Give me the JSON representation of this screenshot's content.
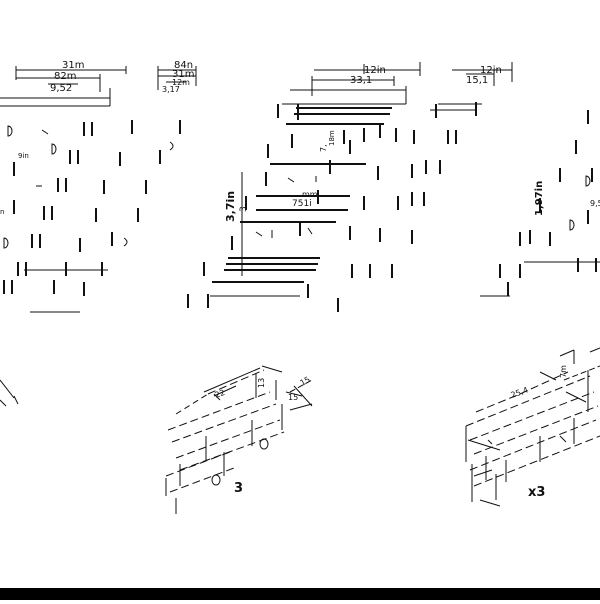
{
  "colors": {
    "line": "#111111",
    "background": "#ffffff",
    "band": "#000000"
  },
  "dims": {
    "a1": "31m",
    "a2": "82m",
    "a3": "9,52",
    "b1": "84n",
    "b2": "31m",
    "b3": "12m",
    "b4": "3,17",
    "c1": "12in",
    "c2": "33,1",
    "d1": "12in",
    "d2": "15,1",
    "e1": "9in",
    "e2": "18m",
    "e3": "7,",
    "f1": "mm",
    "f2": "751i",
    "f3": "3,7in",
    "f4": "3,",
    "g1": "1,97in",
    "g2": "9,5",
    "h1": "22",
    "h2": "13",
    "h3": "15",
    "h4": "15",
    "i1": "25,4",
    "i2": "7m"
  },
  "quantity": {
    "left": "3",
    "right": "x3"
  }
}
